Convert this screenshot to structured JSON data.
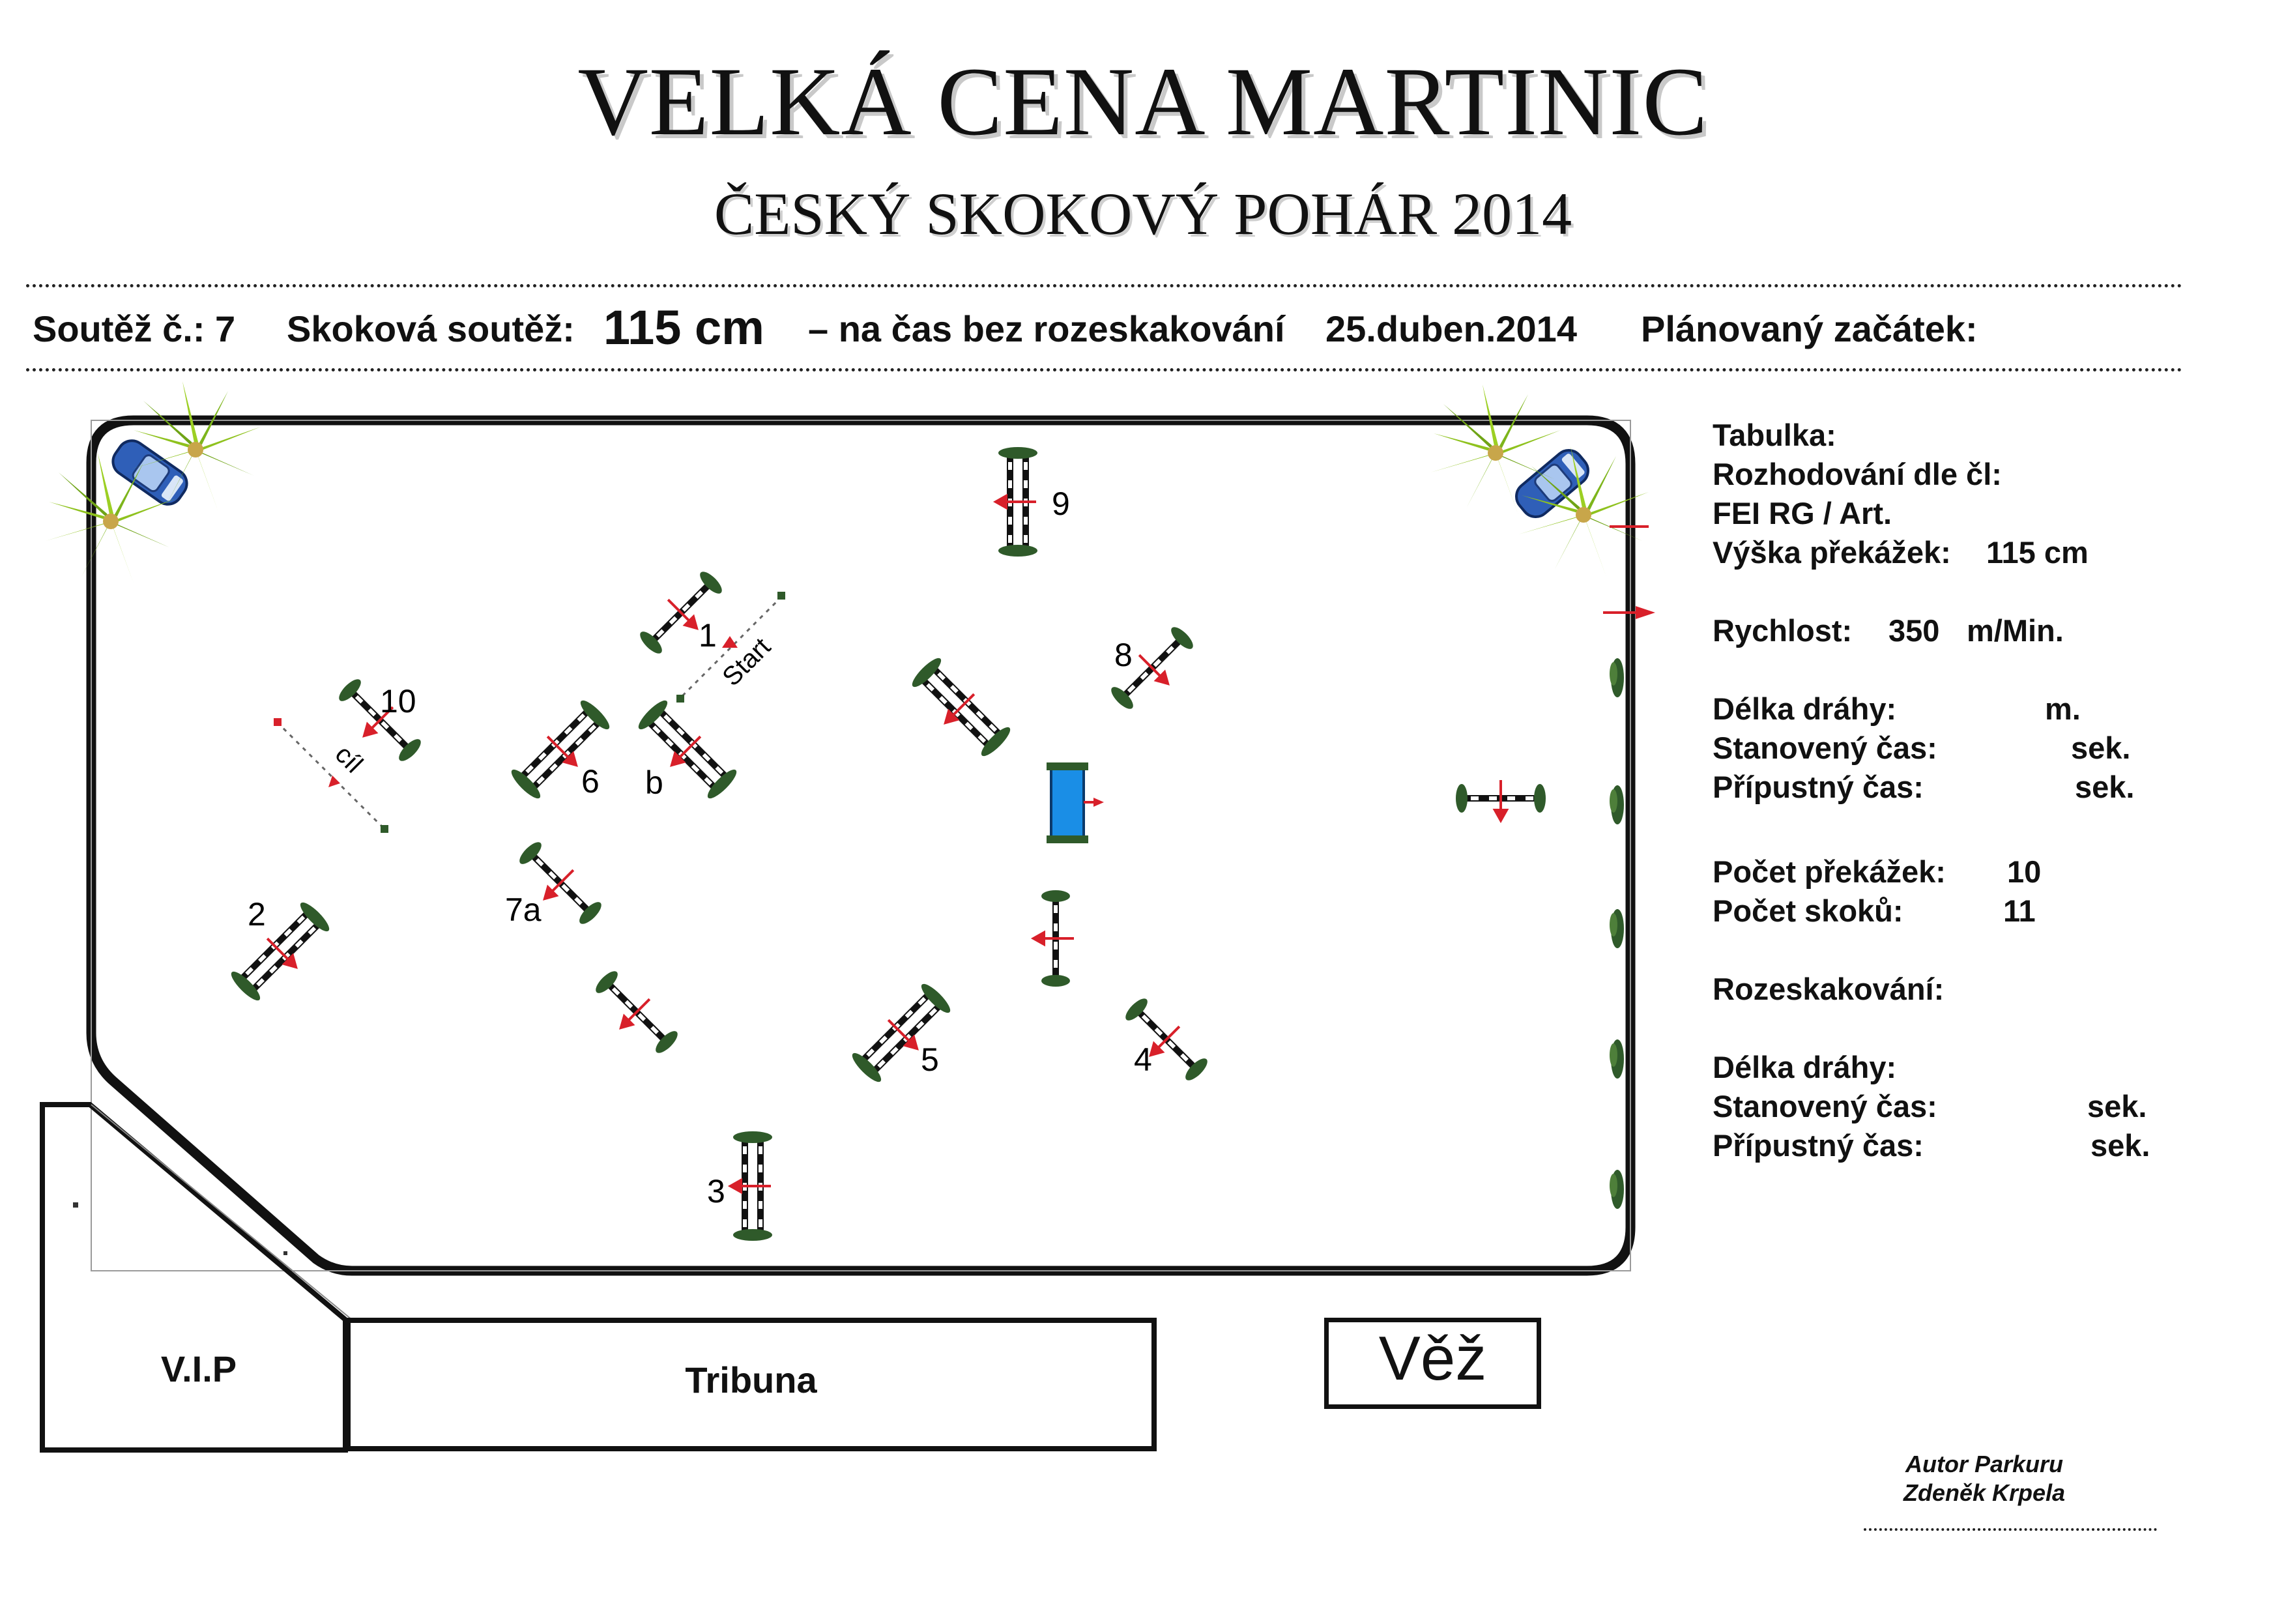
{
  "header": {
    "title": "VELKÁ CENA MARTINIC",
    "subtitle": "ČESKÝ SKOKOVÝ POHÁR 2014"
  },
  "info_row": {
    "competition_label": "Soutěž č.: 7",
    "jump_label": "Skoková soutěž:",
    "height": "115 cm",
    "format": "– na čas bez rozeskakování",
    "date": "25.duben.2014",
    "planned_start": "Plánovaný začátek:"
  },
  "details": {
    "table_label": "Tabulka:",
    "decision_label": "Rozhodování dle čl:",
    "rules": "FEI RG / Art.",
    "obstacle_height_label": "Výška překážek:",
    "obstacle_height_value": "115 cm",
    "speed_label": "Rychlost:",
    "speed_value": "350",
    "speed_unit": "m/Min.",
    "course_length_label": "Délka dráhy:",
    "course_length_unit": "m.",
    "allowed_time_label": "Stanovený čas:",
    "allowed_time_unit": "sek.",
    "limit_time_label": "Přípustný čas:",
    "limit_time_unit": "sek.",
    "obstacle_count_label": "Počet překážek:",
    "obstacle_count_value": "10",
    "jump_count_label": "Počet skoků:",
    "jump_count_value": "11",
    "jumpoff_label": "Rozeskakování:",
    "jumpoff_length_label": "Délka dráhy:",
    "jumpoff_allowed_label": "Stanovený čas:",
    "jumpoff_allowed_unit": "sek.",
    "jumpoff_limit_label": "Přípustný čas:",
    "jumpoff_limit_unit": "sek."
  },
  "arena": {
    "start_label": "Start",
    "finish_label": "cíl",
    "fence_labels": [
      "1",
      "b",
      "2",
      "3",
      "4",
      "5",
      "6",
      "7a",
      "8",
      "9",
      "10"
    ]
  },
  "buildings": {
    "vip": "V.I.P",
    "stand": "Tribuna",
    "tower": "Věž"
  },
  "author": {
    "title": "Autor Parkuru",
    "name": "Zdeněk Krpela"
  },
  "colors": {
    "fence_green": "#2f5a2a",
    "arrow_red": "#d8202a",
    "water_blue": "#1a8ee6",
    "car_blue": "#2f5fb8",
    "palm_green": "#8fc21e"
  }
}
